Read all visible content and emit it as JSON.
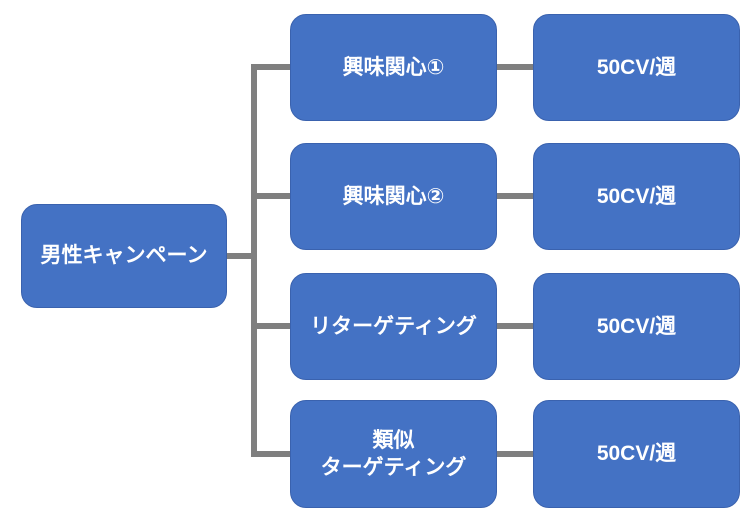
{
  "diagram": {
    "type": "tree",
    "root": {
      "label": "男性キャンペーン"
    },
    "rows": [
      {
        "adgroup": "興味関心①",
        "target": "50CV/週"
      },
      {
        "adgroup": "興味関心②",
        "target": "50CV/週"
      },
      {
        "adgroup": "リターゲティング",
        "target": "50CV/週"
      },
      {
        "adgroup": "類似\nターゲティング",
        "target": "50CV/週"
      }
    ],
    "colors": {
      "node_fill": "#4472C4",
      "node_border": "#3A62AE",
      "connector": "#7F7F7F",
      "text": "#FFFFFF"
    }
  }
}
